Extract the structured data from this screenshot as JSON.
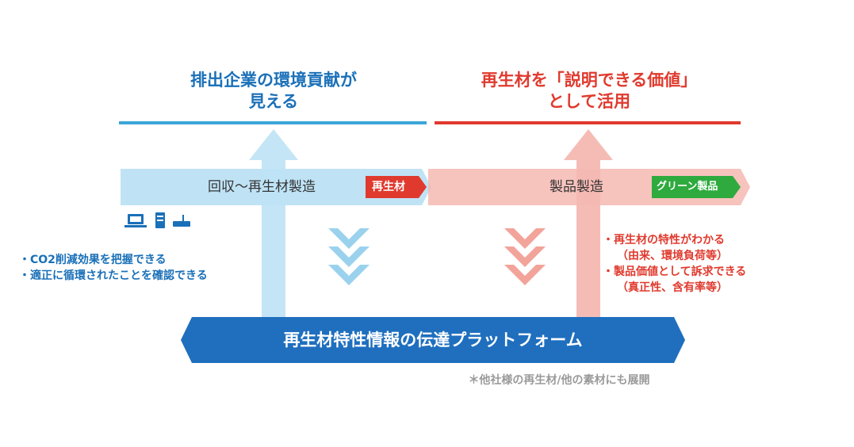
{
  "titles": {
    "left": [
      "排出企業の環境貢献が",
      "見える"
    ],
    "right": [
      "再生材を「説明できる価値」",
      "として活用"
    ]
  },
  "bands": {
    "left": {
      "label": "回収～再生材製造",
      "badge": "再生材"
    },
    "right": {
      "label": "製品製造",
      "badge": "グリーン製品"
    }
  },
  "bullets": {
    "left": [
      {
        "text": "・CO2削減効果を把握できる"
      },
      {
        "text": "・適正に循環されたことを確認できる"
      }
    ],
    "right": [
      {
        "text": "・再生材の特性がわかる",
        "sub": "（由来、環境負荷等）"
      },
      {
        "text": "・製品価値として訴求できる",
        "sub": "（真正性、含有率等）"
      }
    ]
  },
  "platform": {
    "label": "再生材特性情報の伝達プラットフォーム"
  },
  "footnote": "＊他社様の再生材/他の素材にも展開",
  "icons": [
    "laptop-icon",
    "server-icon",
    "router-icon"
  ],
  "colors": {
    "blue_dark": "#1a70b8",
    "blue_light": "#bfe3f5",
    "red": "#e03a2e",
    "pink": "#f4b8b2",
    "green": "#2eaa3e",
    "platform": "#1f6fbe"
  }
}
